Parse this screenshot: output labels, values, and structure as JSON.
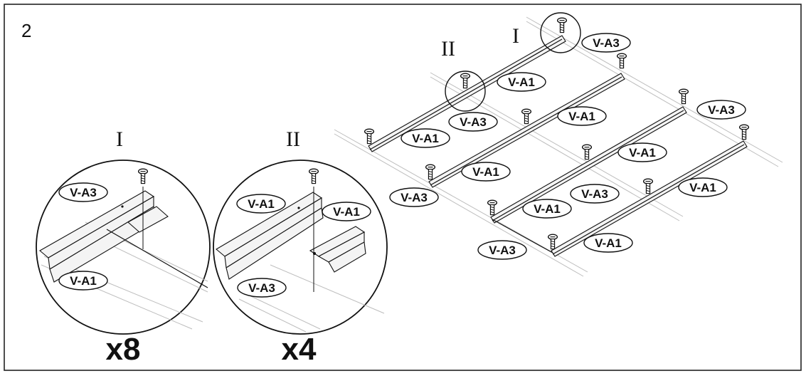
{
  "step_number": "2",
  "details": [
    {
      "roman": "I",
      "count": "x8",
      "labels": [
        "V-A3",
        "V-A1"
      ]
    },
    {
      "roman": "II",
      "count": "x4",
      "labels": [
        "V-A1",
        "V-A1",
        "V-A3"
      ]
    }
  ],
  "main_view": {
    "callouts": [
      "II",
      "I"
    ],
    "labels": [
      "V-A3",
      "V-A1",
      "V-A3",
      "V-A1",
      "V-A1",
      "V-A3",
      "V-A1",
      "V-A1",
      "V-A3",
      "V-A1",
      "V-A3",
      "V-A1",
      "V-A3",
      "V-A1"
    ]
  },
  "colors": {
    "line": "#111111",
    "ghost": "#bdbdbd",
    "background": "#ffffff"
  },
  "icon_names": [
    "screw-icon"
  ]
}
